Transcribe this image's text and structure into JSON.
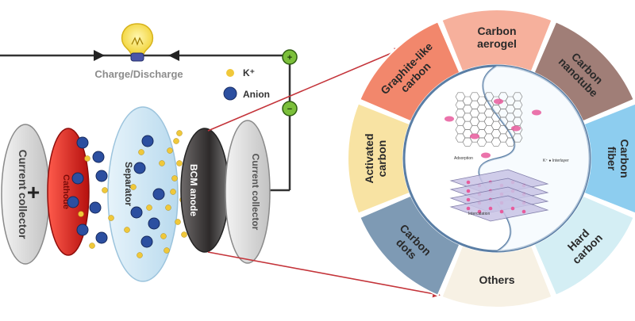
{
  "circuit": {
    "charge_label": "Charge/Discharge",
    "legend": [
      {
        "label": "K⁺",
        "color": "#f0c83a"
      },
      {
        "label": "Anion",
        "color": "#2c4fa0"
      }
    ],
    "plus_sign": "+",
    "minus_sign": "−"
  },
  "battery": {
    "left_collector": "Current collector",
    "cathode": "Cathode",
    "separator": "Separator",
    "anode": "BCM anode",
    "right_collector": "Current collector"
  },
  "wheel": {
    "segments": [
      {
        "label": "Carbon aerogel",
        "color": "#f6b09c"
      },
      {
        "label": "Carbon nanotube",
        "color": "#a07e77"
      },
      {
        "label": "Carbon fiber",
        "color": "#8dcdef"
      },
      {
        "label": "Hard carbon",
        "color": "#d4eef4"
      },
      {
        "label": "Others",
        "color": "#f7f1e4"
      },
      {
        "label": "Carbon dots",
        "color": "#7e9ab4"
      },
      {
        "label": "Activated carbon",
        "color": "#f8e3a3"
      },
      {
        "label": "Graphite-like carbon",
        "color": "#f2876c"
      }
    ],
    "center": {
      "adsorption_label": "Adsorption",
      "intercalation_label": "Intercalation",
      "key_text": "K⁺  ●  Interlayer"
    }
  },
  "colors": {
    "wire": "#333333",
    "arrow": "#c4343a",
    "k_ion": "#f0c83a",
    "anion": "#2c4fa0",
    "cathode": "#d9231f",
    "separator": "#cfe6f3",
    "anode": "#5a5656",
    "collector": "#d7d7d7"
  }
}
